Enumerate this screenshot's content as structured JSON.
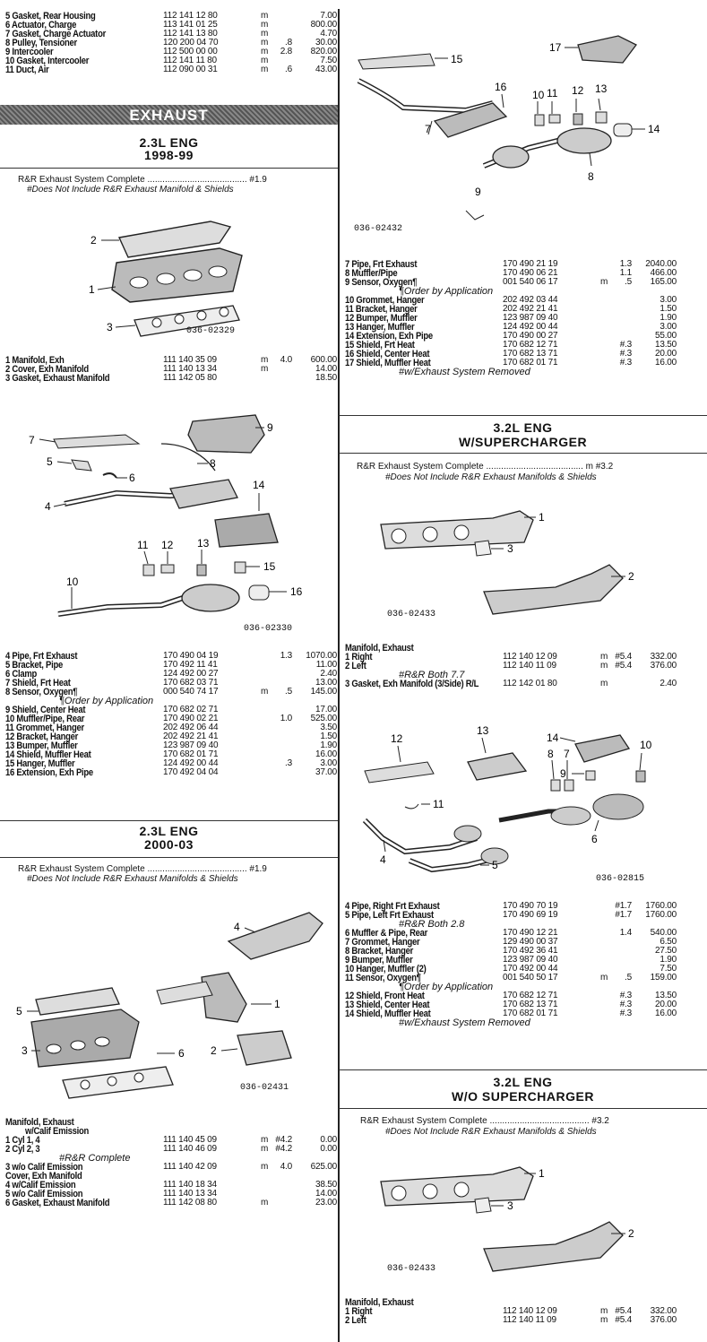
{
  "top_parts": [
    {
      "desc": "5 Gasket, Rear Housing",
      "pn": "112 141 12 80",
      "m": "m",
      "time": "",
      "price": "7.00"
    },
    {
      "desc": "6 Actuator, Charge",
      "pn": "113 141 01 25",
      "m": "m",
      "time": "",
      "price": "800.00"
    },
    {
      "desc": "7 Gasket, Charge Actuator",
      "pn": "112 141 13 80",
      "m": "m",
      "time": "",
      "price": "4.70"
    },
    {
      "desc": "8 Pulley, Tensioner",
      "pn": "120 200 04 70",
      "m": "m",
      "time": ".8",
      "price": "30.00"
    },
    {
      "desc": "9 Intercooler",
      "pn": "112 500 00 00",
      "m": "m",
      "time": "2.8",
      "price": "820.00"
    },
    {
      "desc": "10 Gasket, Intercooler",
      "pn": "112 141 11 80",
      "m": "m",
      "time": "",
      "price": "7.50"
    },
    {
      "desc": "11 Duct, Air",
      "pn": "112 090 00 31",
      "m": "m",
      "time": ".6",
      "price": "43.00"
    }
  ],
  "banner": "EXHAUST",
  "sec1": {
    "title": "2.3L ENG",
    "years": "1998-99",
    "rr_line": "R&R Exhaust System Complete ........................................ #1.9",
    "note": "#Does Not Include R&R Exhaust Manifold & Shields",
    "code1": "036-02329",
    "parts1": [
      {
        "desc": "1 Manifold, Exh",
        "pn": "111 140 35 09",
        "m": "m",
        "time": "4.0",
        "price": "600.00"
      },
      {
        "desc": "2 Cover, Exh Manifold",
        "pn": "111 140 13 34",
        "m": "m",
        "time": "",
        "price": "14.00"
      },
      {
        "desc": "3 Gasket, Exhaust Manifold",
        "pn": "111 142 05 80",
        "m": "",
        "time": "",
        "price": "18.50"
      }
    ],
    "code2": "036-02330",
    "parts2": [
      {
        "desc": "4 Pipe, Frt Exhaust",
        "pn": "170 490 04 19",
        "m": "",
        "time": "1.3",
        "price": "1070.00"
      },
      {
        "desc": "5 Bracket, Pipe",
        "pn": "170 492 11 41",
        "m": "",
        "time": "",
        "price": "11.00"
      },
      {
        "desc": "6 Clamp",
        "pn": "124 492 00 27",
        "m": "",
        "time": "",
        "price": "2.40"
      },
      {
        "desc": "7 Shield, Frt Heat",
        "pn": "170 682 03 71",
        "m": "",
        "time": "",
        "price": "13.00"
      },
      {
        "desc": "8 Sensor, Oxygen¶",
        "pn": "000 540 74 17",
        "m": "m",
        "time": ".5",
        "price": "145.00"
      },
      {
        "desc": "¶Order by Application",
        "pn": "",
        "m": "",
        "time": "",
        "price": "",
        "sub": true
      },
      {
        "desc": "9 Shield, Center Heat",
        "pn": "170 682 02 71",
        "m": "",
        "time": "",
        "price": "17.00"
      },
      {
        "desc": "10 Muffler/Pipe, Rear",
        "pn": "170 490 02 21",
        "m": "",
        "time": "1.0",
        "price": "525.00"
      },
      {
        "desc": "11 Grommet, Hanger",
        "pn": "202 492 06 44",
        "m": "",
        "time": "",
        "price": "3.50"
      },
      {
        "desc": "12 Bracket, Hanger",
        "pn": "202 492 21 41",
        "m": "",
        "time": "",
        "price": "1.50"
      },
      {
        "desc": "13 Bumper, Muffler",
        "pn": "123 987 09 40",
        "m": "",
        "time": "",
        "price": "1.90"
      },
      {
        "desc": "14 Shield, Muffler Heat",
        "pn": "170 682 01 71",
        "m": "",
        "time": "",
        "price": "16.00"
      },
      {
        "desc": "15 Hanger, Muffler",
        "pn": "124 492 00 44",
        "m": "",
        "time": ".3",
        "price": "3.00"
      },
      {
        "desc": "16 Extension, Exh Pipe",
        "pn": "170 492 04 04",
        "m": "",
        "time": "",
        "price": "37.00"
      }
    ]
  },
  "sec2": {
    "title": "2.3L ENG",
    "years": "2000-03",
    "rr_line": "R&R Exhaust System Complete ........................................ #1.9",
    "note": "#Does Not Include R&R Exhaust Manifolds & Shields",
    "code": "036-02431",
    "parts": [
      {
        "desc": "Manifold, Exhaust",
        "pn": "",
        "m": "",
        "time": "",
        "price": ""
      },
      {
        "desc": "w/Calif Emission",
        "pn": "",
        "m": "",
        "time": "",
        "price": "",
        "ind": true
      },
      {
        "desc": "1   Cyl 1, 4",
        "pn": "111 140 45 09",
        "m": "m",
        "time": "#4.2",
        "price": "0.00"
      },
      {
        "desc": "2   Cyl 2, 3",
        "pn": "111 140 46 09",
        "m": "m",
        "time": "#4.2",
        "price": "0.00"
      },
      {
        "desc": "#R&R Complete",
        "pn": "",
        "m": "",
        "time": "",
        "price": "",
        "sub": true
      },
      {
        "desc": "3   w/o Calif Emission",
        "pn": "111 140 42 09",
        "m": "m",
        "time": "4.0",
        "price": "625.00"
      },
      {
        "desc": "Cover, Exh Manifold",
        "pn": "",
        "m": "",
        "time": "",
        "price": ""
      },
      {
        "desc": "4   w/Calif Emission",
        "pn": "111 140 18 34",
        "m": "",
        "time": "",
        "price": "38.50"
      },
      {
        "desc": "5   w/o Calif Emission",
        "pn": "111 140 13 34",
        "m": "",
        "time": "",
        "price": "14.00"
      },
      {
        "desc": "6 Gasket, Exhaust Manifold",
        "pn": "111 142 08 80",
        "m": "m",
        "time": "",
        "price": "23.00"
      }
    ]
  },
  "right1": {
    "code": "036-02432",
    "parts": [
      {
        "desc": "7 Pipe, Frt Exhaust",
        "pn": "170 490 21 19",
        "m": "",
        "time": "1.3",
        "price": "2040.00"
      },
      {
        "desc": "8 Muffler/Pipe",
        "pn": "170 490 06 21",
        "m": "",
        "time": "1.1",
        "price": "466.00"
      },
      {
        "desc": "9 Sensor, Oxygen¶",
        "pn": "001 540 06 17",
        "m": "m",
        "time": ".5",
        "price": "165.00"
      },
      {
        "desc": "¶Order by Application",
        "pn": "",
        "m": "",
        "time": "",
        "price": "",
        "sub": true
      },
      {
        "desc": "10 Grommet, Hanger",
        "pn": "202 492 03 44",
        "m": "",
        "time": "",
        "price": "3.00"
      },
      {
        "desc": "11 Bracket, Hanger",
        "pn": "202 492 21 41",
        "m": "",
        "time": "",
        "price": "1.50"
      },
      {
        "desc": "12 Bumper, Muffler",
        "pn": "123 987 09 40",
        "m": "",
        "time": "",
        "price": "1.90"
      },
      {
        "desc": "13 Hanger, Muffler",
        "pn": "124 492 00 44",
        "m": "",
        "time": "",
        "price": "3.00"
      },
      {
        "desc": "14 Extension, Exh Pipe",
        "pn": "170 490 00 27",
        "m": "",
        "time": "",
        "price": "55.00"
      },
      {
        "desc": "15 Shield, Frt Heat",
        "pn": "170 682 12 71",
        "m": "",
        "time": "#.3",
        "price": "13.50"
      },
      {
        "desc": "16 Shield, Center Heat",
        "pn": "170 682 13 71",
        "m": "",
        "time": "#.3",
        "price": "20.00"
      },
      {
        "desc": "17 Shield, Muffler Heat",
        "pn": "170 682 01 71",
        "m": "",
        "time": "#.3",
        "price": "16.00"
      },
      {
        "desc": "#w/Exhaust System Removed",
        "pn": "",
        "m": "",
        "time": "",
        "price": "",
        "sub": true
      }
    ]
  },
  "sec3": {
    "title": "3.2L ENG",
    "subtitle": "W/SUPERCHARGER",
    "rr_line": "R&R Exhaust System Complete ....................................... m #3.2",
    "note": "#Does Not Include R&R Exhaust Manifolds & Shields",
    "code1": "036-02433",
    "parts1": [
      {
        "desc": "Manifold, Exhaust",
        "pn": "",
        "m": "",
        "time": "",
        "price": ""
      },
      {
        "desc": "1   Right",
        "pn": "112 140 12 09",
        "m": "m",
        "time": "#5.4",
        "price": "332.00"
      },
      {
        "desc": "2   Left",
        "pn": "112 140 11 09",
        "m": "m",
        "time": "#5.4",
        "price": "376.00"
      },
      {
        "desc": "#R&R Both 7.7",
        "pn": "",
        "m": "",
        "time": "",
        "price": "",
        "sub": true
      },
      {
        "desc": "3 Gasket, Exh Manifold (3/Side)   R/L",
        "pn": "112 142 01 80",
        "m": "m",
        "time": "",
        "price": "2.40"
      }
    ],
    "code2": "036-02815",
    "parts2": [
      {
        "desc": "4 Pipe, Right Frt Exhaust",
        "pn": "170 490 70 19",
        "m": "",
        "time": "#1.7",
        "price": "1760.00"
      },
      {
        "desc": "5 Pipe, Left Frt Exhaust",
        "pn": "170 490 69 19",
        "m": "",
        "time": "#1.7",
        "price": "1760.00"
      },
      {
        "desc": "#R&R Both 2.8",
        "pn": "",
        "m": "",
        "time": "",
        "price": "",
        "sub": true
      },
      {
        "desc": "6 Muffler & Pipe, Rear",
        "pn": "170 490 12 21",
        "m": "",
        "time": "1.4",
        "price": "540.00"
      },
      {
        "desc": "7 Grommet, Hanger",
        "pn": "129 490 00 37",
        "m": "",
        "time": "",
        "price": "6.50"
      },
      {
        "desc": "8 Bracket, Hanger",
        "pn": "170 492 36 41",
        "m": "",
        "time": "",
        "price": "27.50"
      },
      {
        "desc": "9 Bumper, Muffler",
        "pn": "123 987 09 40",
        "m": "",
        "time": "",
        "price": "1.90"
      },
      {
        "desc": "10 Hanger, Muffler (2)",
        "pn": "170 492 00 44",
        "m": "",
        "time": "",
        "price": "7.50"
      },
      {
        "desc": "11 Sensor, Oxygen¶",
        "pn": "001 540 50 17",
        "m": "m",
        "time": ".5",
        "price": "159.00"
      },
      {
        "desc": "¶Order by Application",
        "pn": "",
        "m": "",
        "time": "",
        "price": "",
        "sub": true
      },
      {
        "desc": "12 Shield, Front Heat",
        "pn": "170 682 12 71",
        "m": "",
        "time": "#.3",
        "price": "13.50"
      },
      {
        "desc": "13 Shield, Center Heat",
        "pn": "170 682 13 71",
        "m": "",
        "time": "#.3",
        "price": "20.00"
      },
      {
        "desc": "14 Shield, Muffler Heat",
        "pn": "170 682 01 71",
        "m": "",
        "time": "#.3",
        "price": "16.00"
      },
      {
        "desc": "#w/Exhaust System Removed",
        "pn": "",
        "m": "",
        "time": "",
        "price": "",
        "sub": true
      }
    ]
  },
  "sec4": {
    "title": "3.2L ENG",
    "subtitle": "W/O SUPERCHARGER",
    "rr_line": "R&R Exhaust System Complete ........................................ #3.2",
    "note": "#Does Not Include R&R Exhaust Manifolds & Shields",
    "code": "036-02433",
    "parts": [
      {
        "desc": "Manifold, Exhaust",
        "pn": "",
        "m": "",
        "time": "",
        "price": ""
      },
      {
        "desc": "1   Right",
        "pn": "112 140 12 09",
        "m": "m",
        "time": "#5.4",
        "price": "332.00"
      },
      {
        "desc": "2   Left",
        "pn": "112 140 11 09",
        "m": "m",
        "time": "#5.4",
        "price": "376.00"
      }
    ]
  },
  "callouts": {
    "d1": [
      "2",
      "1",
      "3"
    ],
    "d2": [
      "7",
      "9",
      "5",
      "6",
      "8",
      "4",
      "14",
      "11",
      "12",
      "13",
      "15",
      "10",
      "16"
    ],
    "d3": [
      "4",
      "5",
      "1",
      "3",
      "6",
      "2"
    ],
    "d4": [
      "15",
      "17",
      "16",
      "10",
      "11",
      "12",
      "13",
      "7",
      "14",
      "8",
      "9"
    ],
    "d5": [
      "1",
      "3",
      "2"
    ],
    "d6": [
      "12",
      "13",
      "14",
      "10",
      "8",
      "7",
      "9",
      "11",
      "6",
      "4",
      "5"
    ],
    "d7": [
      "1",
      "3",
      "2"
    ]
  }
}
